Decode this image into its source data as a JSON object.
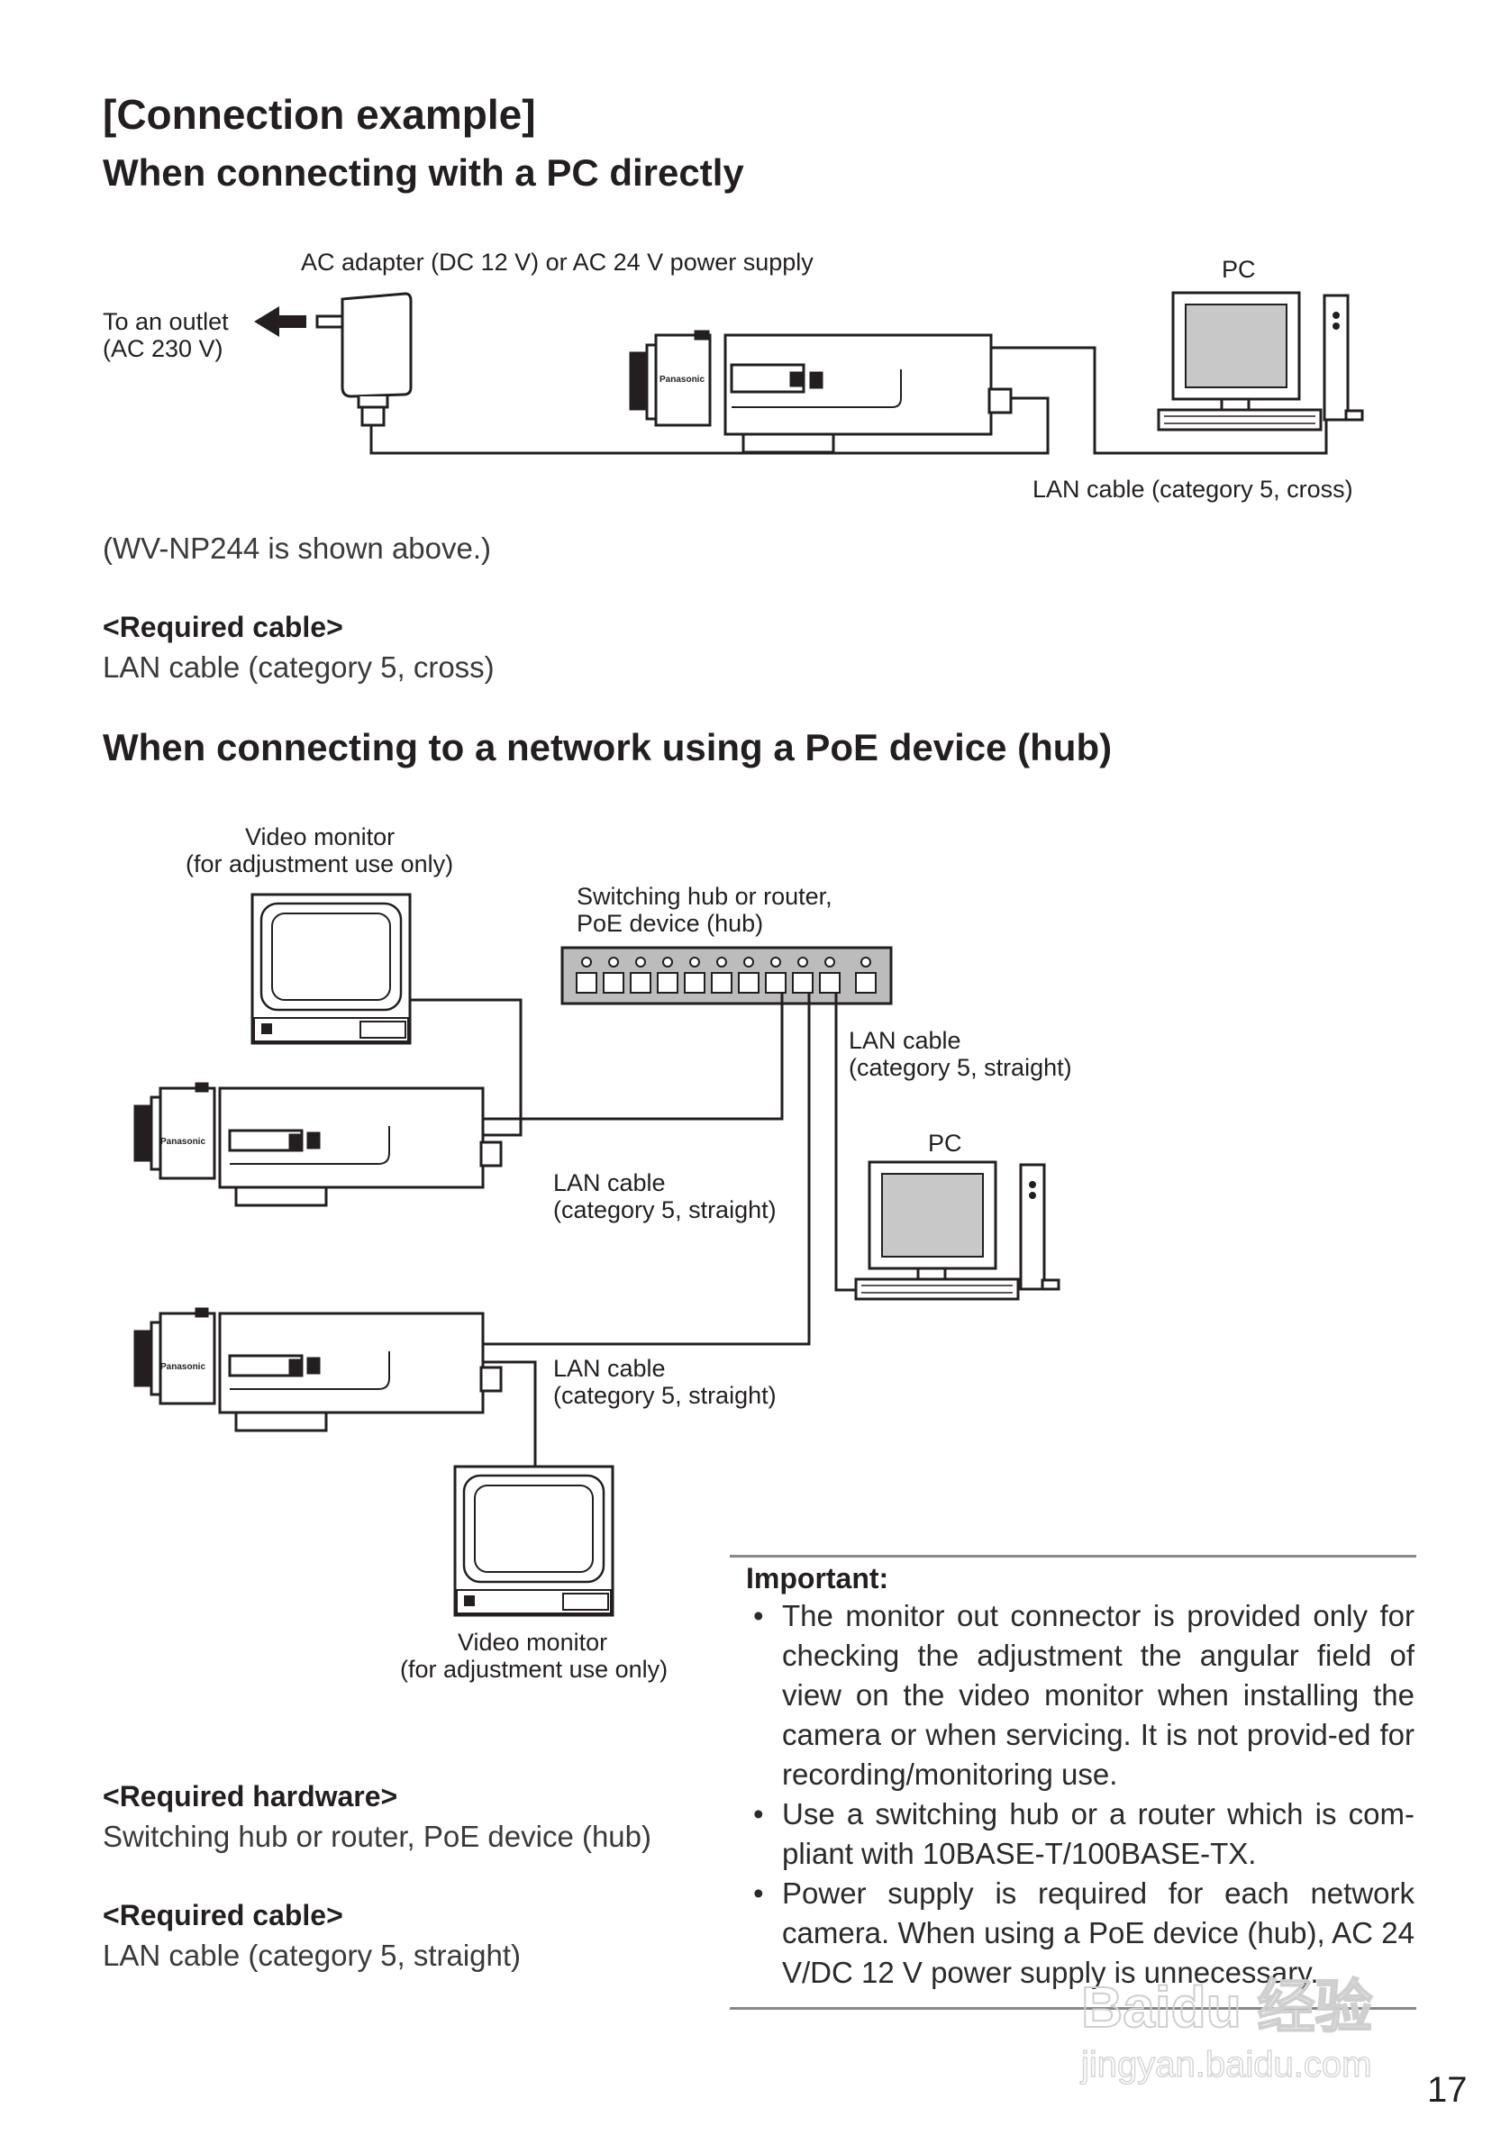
{
  "page": {
    "title": "[Connection example]",
    "page_number": "17",
    "watermark": "Baidu 经验 jingyan.baidu.com"
  },
  "section1": {
    "heading": "When connecting with a PC directly",
    "labels": {
      "ac_adapter": "AC adapter (DC 12 V) or AC 24 V power supply",
      "outlet_line1": "To an outlet",
      "outlet_line2": "(AC 230 V)",
      "pc": "PC",
      "lan_cable": "LAN cable (category 5, cross)",
      "camera_brand": "Panasonic"
    },
    "note": "(WV-NP244 is shown above.)",
    "required_cable_heading": "<Required cable>",
    "required_cable_value": "LAN cable (category 5, cross)"
  },
  "section2": {
    "heading": "When connecting to a network using a PoE device (hub)",
    "labels": {
      "video_monitor_top_line1": "Video monitor",
      "video_monitor_top_line2": "(for adjustment use only)",
      "hub_line1": "Switching hub or router,",
      "hub_line2": "PoE device (hub)",
      "lan_cable_right_line1": "LAN cable",
      "lan_cable_right_line2": "(category 5, straight)",
      "pc": "PC",
      "lan_cable_mid_line1": "LAN cable",
      "lan_cable_mid_line2": "(category 5, straight)",
      "lan_cable_low_line1": "LAN cable",
      "lan_cable_low_line2": "(category 5, straight)",
      "video_monitor_bottom_line1": "Video monitor",
      "video_monitor_bottom_line2": "(for adjustment use only)",
      "camera_brand": "Panasonic"
    },
    "required_hardware_heading": "<Required hardware>",
    "required_hardware_value": "Switching hub or router, PoE device (hub)",
    "required_cable_heading": "<Required cable>",
    "required_cable_value": "LAN cable (category 5, straight)"
  },
  "important": {
    "title": "Important:",
    "items": [
      "The monitor out connector is provided only for checking the adjustment the angular field of view on the video monitor when installing the camera or when servicing. It is not provid-ed for recording/monitoring use.",
      "Use a switching hub or a router which is com-pliant with 10BASE-T/100BASE-TX.",
      "Power supply is required for each network camera. When using a PoE device (hub), AC 24 V/DC 12 V power supply is unnecessary."
    ]
  }
}
